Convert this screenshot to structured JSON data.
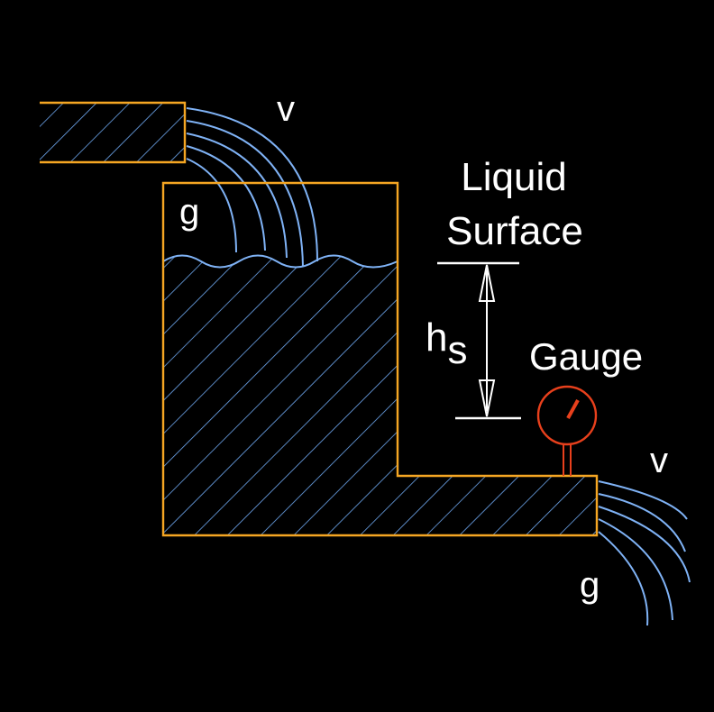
{
  "labels": {
    "v_top": "v",
    "g_top": "g",
    "liquid": "Liquid",
    "surface": "Surface",
    "h": "h",
    "h_sub": "s",
    "gauge": "Gauge",
    "v_bottom": "v",
    "g_bottom": "g"
  },
  "colors": {
    "background": "#000000",
    "outline": "#f5a623",
    "hatch": "#6fa8f0",
    "stream": "#7fb2f5",
    "gauge": "#e8401c",
    "text": "#ffffff"
  }
}
